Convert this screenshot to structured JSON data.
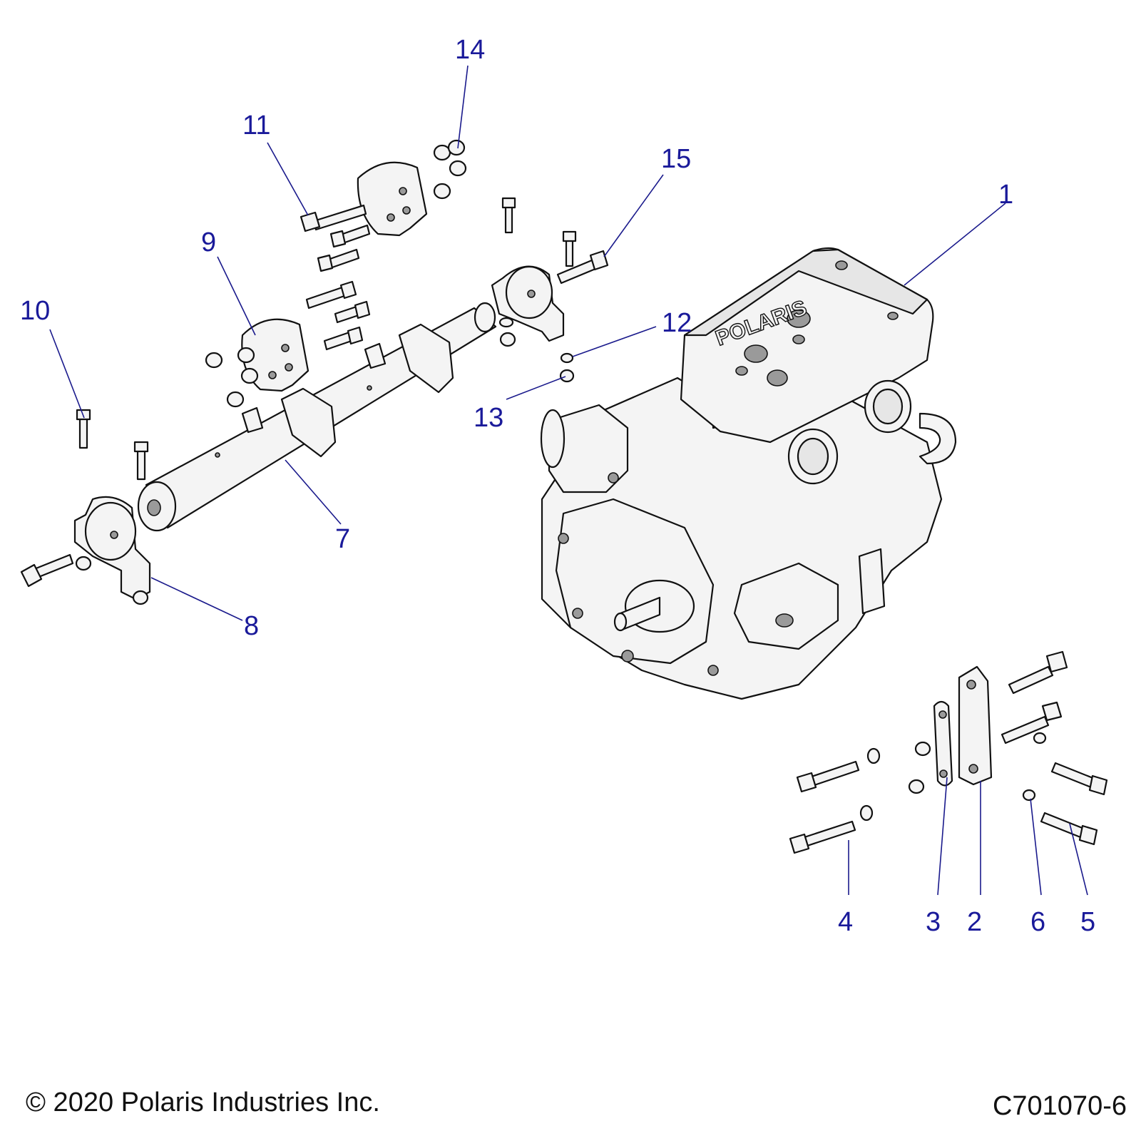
{
  "callouts": [
    {
      "id": "1",
      "label": "1"
    },
    {
      "id": "2",
      "label": "2"
    },
    {
      "id": "3",
      "label": "3"
    },
    {
      "id": "4",
      "label": "4"
    },
    {
      "id": "5",
      "label": "5"
    },
    {
      "id": "6",
      "label": "6"
    },
    {
      "id": "7",
      "label": "7"
    },
    {
      "id": "8",
      "label": "8"
    },
    {
      "id": "9",
      "label": "9"
    },
    {
      "id": "10",
      "label": "10"
    },
    {
      "id": "11",
      "label": "11"
    },
    {
      "id": "12",
      "label": "12"
    },
    {
      "id": "13",
      "label": "13"
    },
    {
      "id": "14",
      "label": "14"
    },
    {
      "id": "15",
      "label": "15"
    }
  ],
  "engine_logo": "POLARIS",
  "footer": {
    "copyright": "© 2020 Polaris Industries Inc.",
    "drawing_number": "C701070-6"
  },
  "colors": {
    "callout": "#1a1a9a",
    "line": "#111111",
    "fill": "#f4f4f4"
  }
}
